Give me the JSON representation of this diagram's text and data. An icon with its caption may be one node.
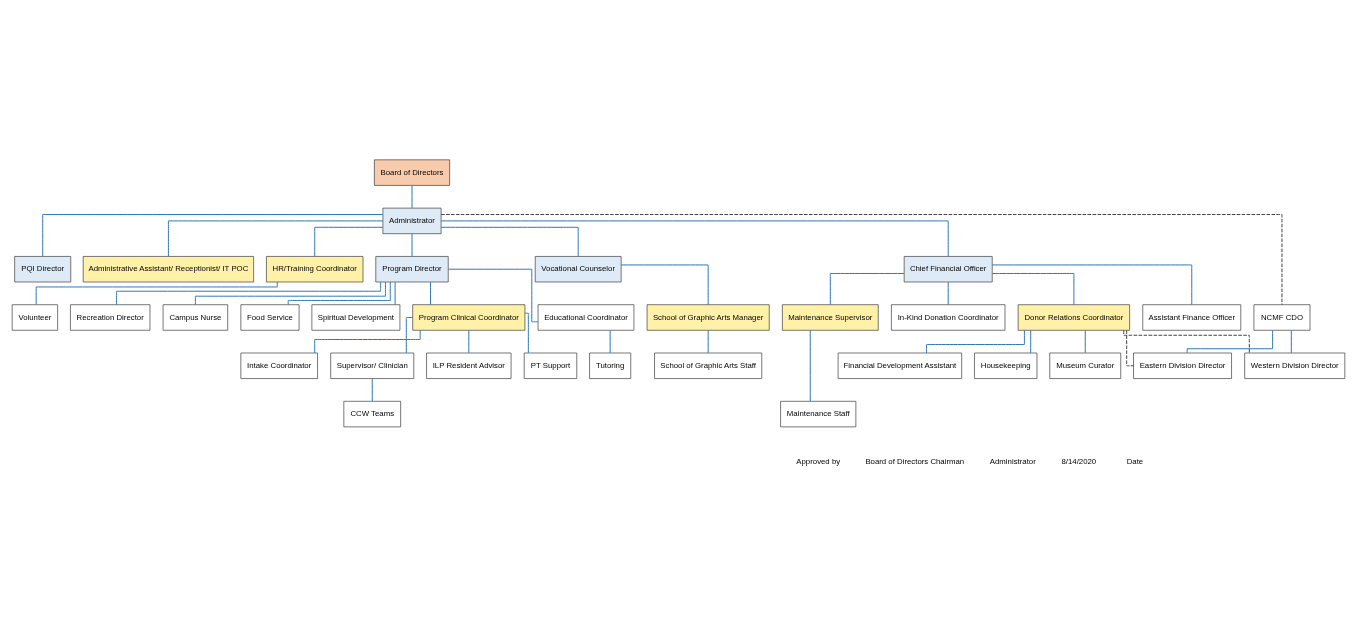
{
  "diagram": {
    "nodes": [
      {
        "text": [
          "Board of Directors"
        ]
      },
      {
        "text": [
          "Administrator"
        ]
      },
      {
        "text": [
          "PQI Director"
        ]
      },
      {
        "text": [
          "Administrative Assistant/ Receptionist/ IT POC"
        ]
      },
      {
        "text": [
          "HR/Training Coordinator"
        ]
      },
      {
        "text": [
          "Volunteer"
        ]
      },
      {
        "text": [
          "Program Director"
        ]
      },
      {
        "text": [
          "Educational Coordinator"
        ]
      },
      {
        "text": [
          "Tutoring"
        ]
      },
      {
        "text": [
          "Recreation Director"
        ]
      },
      {
        "text": [
          "Campus Nurse"
        ]
      },
      {
        "text": [
          "Food Service"
        ]
      },
      {
        "text": [
          "Spiritual Development"
        ]
      },
      {
        "text": [
          "Program Clinical Coordinator"
        ]
      },
      {
        "text": [
          "Supervisor/ Clinician"
        ]
      },
      {
        "text": [
          "CCW Teams"
        ]
      },
      {
        "text": [
          "ILP Resident Advisor"
        ]
      },
      {
        "text": [
          "PT Support"
        ]
      },
      {
        "text": [
          "Intake Coordinator"
        ]
      },
      {
        "text": [
          "Vocational Counselor"
        ]
      },
      {
        "text": [
          "School of Graphic Arts Manager"
        ]
      },
      {
        "text": [
          "School of Graphic Arts Staff"
        ]
      },
      {
        "text": [
          "Chief Financial Officer"
        ]
      },
      {
        "text": [
          "Assistant Finance Officer"
        ]
      },
      {
        "text": [
          "Maintenance Supervisor"
        ]
      },
      {
        "text": [
          "Maintenance Staff"
        ]
      },
      {
        "text": [
          "In-Kind Donation Coordinator"
        ]
      },
      {
        "text": [
          "Donor Relations Coordinator"
        ]
      },
      {
        "text": [
          "Financial Development Assistant"
        ]
      },
      {
        "text": [
          "Housekeeping"
        ]
      },
      {
        "text": [
          "Museum Curator"
        ]
      },
      {
        "text": [
          "NCMF CDO"
        ]
      },
      {
        "text": [
          "Eastern Division Director"
        ]
      },
      {
        "text": [
          "Western Division Director"
        ]
      }
    ],
    "edges": [
      {
        "from": 0,
        "to": 1,
        "arrow": "none"
      },
      {
        "from": 1,
        "to": 2,
        "arrow": "none"
      },
      {
        "from": 1,
        "to": 3,
        "arrow": "none"
      },
      {
        "from": 1,
        "to": 4,
        "arrow": "none"
      },
      {
        "from": 4,
        "to": 5,
        "arrow": "none"
      },
      {
        "from": 1,
        "to": 6,
        "arrow": "none"
      },
      {
        "from": 6,
        "to": 7,
        "arrow": "none"
      },
      {
        "from": 7,
        "to": 8,
        "arrow": "none"
      },
      {
        "from": 6,
        "to": 9,
        "arrow": "none"
      },
      {
        "from": 6,
        "to": 10,
        "arrow": "none"
      },
      {
        "from": 6,
        "to": 11,
        "arrow": "none"
      },
      {
        "from": 6,
        "to": 12,
        "arrow": "none"
      },
      {
        "from": 6,
        "to": 13,
        "arrow": "none"
      },
      {
        "from": 13,
        "to": 14,
        "arrow": "none"
      },
      {
        "from": 14,
        "to": 15,
        "arrow": "none"
      },
      {
        "from": 13,
        "to": 16,
        "arrow": "none"
      },
      {
        "from": 13,
        "to": 17,
        "arrow": "none"
      },
      {
        "from": 13,
        "to": 18,
        "arrow": "none"
      },
      {
        "from": 1,
        "to": 19,
        "arrow": "none"
      },
      {
        "from": 19,
        "to": 20,
        "arrow": "none"
      },
      {
        "from": 20,
        "to": 21,
        "arrow": "none"
      },
      {
        "from": 1,
        "to": 22,
        "arrow": "none"
      },
      {
        "from": 22,
        "to": 23,
        "arrow": "none"
      },
      {
        "from": 22,
        "to": 24,
        "arrow": "none"
      },
      {
        "from": 24,
        "to": 25,
        "arrow": "none"
      },
      {
        "from": 22,
        "to": 26,
        "arrow": "none"
      },
      {
        "from": 22,
        "to": 27,
        "arrow": "none"
      },
      {
        "from": 27,
        "to": 28,
        "arrow": "none"
      },
      {
        "from": 27,
        "to": 29,
        "arrow": "none"
      },
      {
        "from": 27,
        "to": 30,
        "arrow": "none"
      },
      {
        "from": 1,
        "to": 31,
        "arrow": "none",
        "style": "dashed",
        "color": "#404040"
      },
      {
        "from": 31,
        "to": 32,
        "arrow": "none"
      },
      {
        "from": 31,
        "to": 33,
        "arrow": "none"
      },
      {
        "from": 27,
        "to": 32,
        "arrow": "none",
        "style": "dashed",
        "color": "#404040"
      },
      {
        "from": 27,
        "to": 33,
        "arrow": "none",
        "style": "dashed",
        "color": "#404040"
      }
    ],
    "labels": [
      "Approved by",
      "Board of Directors Chairman",
      "Administrator",
      "8/14/2020",
      "Date"
    ]
  }
}
